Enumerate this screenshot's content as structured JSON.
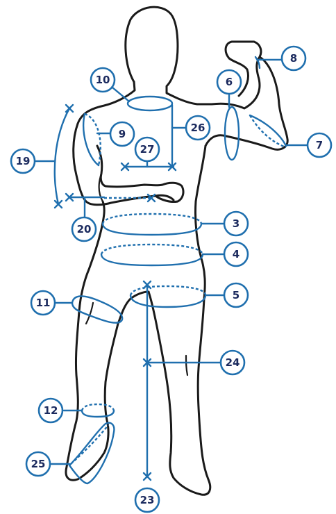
{
  "colors": {
    "measure_line": "#1f6fae",
    "badge_text": "#1b2a5e",
    "outline": "#1a1a1a",
    "background": "#ffffff"
  },
  "badges": {
    "b3": "3",
    "b4": "4",
    "b5": "5",
    "b6": "6",
    "b7": "7",
    "b8": "8",
    "b9": "9",
    "b10": "10",
    "b11": "11",
    "b12": "12",
    "b19": "19",
    "b20": "20",
    "b23": "23",
    "b24": "24",
    "b25": "25",
    "b26": "26",
    "b27": "27"
  }
}
